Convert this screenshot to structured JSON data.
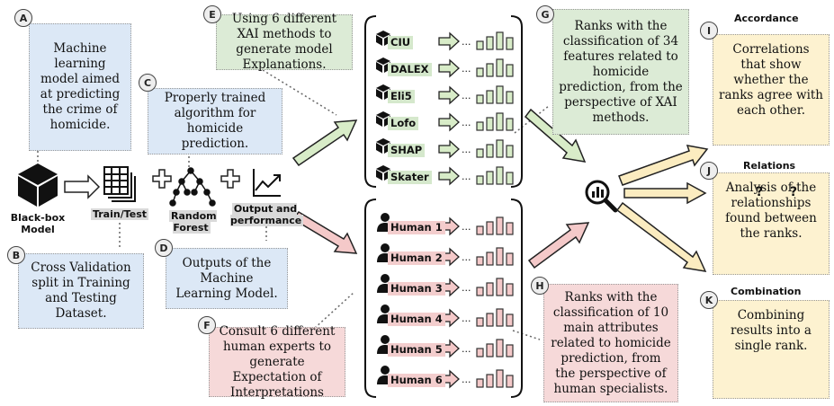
{
  "badges": {
    "a": "A",
    "b": "B",
    "c": "C",
    "d": "D",
    "e": "E",
    "f": "F",
    "g": "G",
    "h": "H",
    "i": "I",
    "j": "J",
    "k": "K"
  },
  "notes": {
    "a": "Machine learning model aimed at predicting the crime of homicide.",
    "b": "Cross Validation split in Training and Testing Dataset.",
    "c": "Properly trained algorithm for homicide prediction.",
    "d": "Outputs of the Machine Learning Model.",
    "e": "Using 6 different XAI methods to generate model Explanations.",
    "f": "Consult 6 different human experts to generate Expectation of Interpretations",
    "g": "Ranks with the classification of 34 features related to homicide prediction, from the perspective of XAI methods.",
    "h": "Ranks with the classification of 10 main attributes related to homicide prediction, from the perspective of human specialists.",
    "i": "Correlations that show whether the ranks agree with each other.",
    "j": "Analysis of the relationships found between the ranks.",
    "k": "Combining results into a single rank."
  },
  "pipeline": {
    "blackbox": "Black-box Model",
    "traintest": "Train/Test",
    "rf": "Random Forest",
    "output": "Output and performance"
  },
  "xai_methods": [
    "CIU",
    "DALEX",
    "Eli5",
    "Lofo",
    "SHAP",
    "Skater"
  ],
  "humans": [
    "Human 1",
    "Human 2",
    "Human 3",
    "Human 4",
    "Human 5",
    "Human 6"
  ],
  "ellipsis": "...",
  "sections": {
    "accordance": "Accordance",
    "relations": "Relations",
    "combination": "Combination"
  },
  "accordance_marks": {
    "q1": "?",
    "q2": "?"
  },
  "colors": {
    "blue_bg": "#dce8f6",
    "green_bg": "#dcebd6",
    "red_bg": "#f6d9d9",
    "yellow_bg": "#fdf2d0",
    "green_arrow": "#d8ecc8",
    "red_arrow": "#f4c9c9",
    "yellow_arrow": "#fbecc0"
  }
}
